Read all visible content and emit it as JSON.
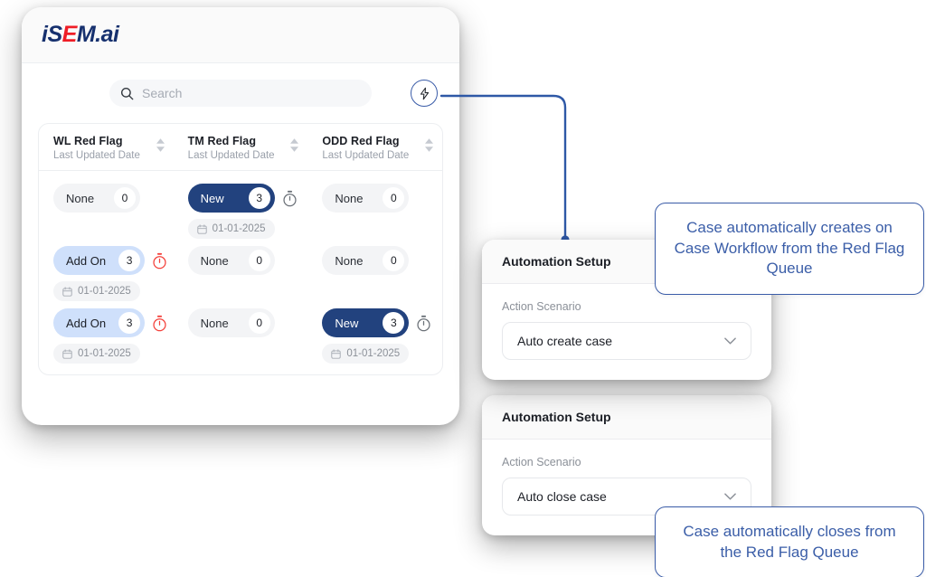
{
  "app": {
    "logo": {
      "part1": "iS",
      "part2": "E",
      "part3": "M.ai"
    },
    "search": {
      "placeholder": "Search",
      "value": ""
    },
    "bolt_icon": "lightning-bolt-icon"
  },
  "table": {
    "columns": [
      {
        "title": "WL Red Flag",
        "subtitle": "Last Updated Date"
      },
      {
        "title": "TM Red Flag",
        "subtitle": "Last Updated Date"
      },
      {
        "title": "ODD Red Flag",
        "subtitle": "Last Updated Date"
      }
    ],
    "rows": [
      {
        "cells": [
          {
            "label": "None",
            "count": "0",
            "style": "none",
            "timer": "none",
            "date": ""
          },
          {
            "label": "New",
            "count": "3",
            "style": "new",
            "timer": "gray",
            "date": "01-01-2025"
          },
          {
            "label": "None",
            "count": "0",
            "style": "none",
            "timer": "none",
            "date": ""
          }
        ]
      },
      {
        "cells": [
          {
            "label": "Add On",
            "count": "3",
            "style": "addon",
            "timer": "red",
            "date": "01-01-2025"
          },
          {
            "label": "None",
            "count": "0",
            "style": "none",
            "timer": "none",
            "date": ""
          },
          {
            "label": "None",
            "count": "0",
            "style": "none",
            "timer": "none",
            "date": ""
          }
        ]
      },
      {
        "cells": [
          {
            "label": "Add On",
            "count": "3",
            "style": "addon",
            "timer": "red",
            "date": "01-01-2025"
          },
          {
            "label": "None",
            "count": "0",
            "style": "none",
            "timer": "none",
            "date": ""
          },
          {
            "label": "New",
            "count": "3",
            "style": "new",
            "timer": "gray",
            "date": "01-01-2025"
          }
        ]
      }
    ]
  },
  "panels": [
    {
      "title": "Automation Setup",
      "field_label": "Action Scenario",
      "value": "Auto create case"
    },
    {
      "title": "Automation Setup",
      "field_label": "Action Scenario",
      "value": "Auto close case"
    }
  ],
  "callouts": [
    {
      "text": "Case automatically creates on Case Workflow from the Red Flag Queue"
    },
    {
      "text": "Case automatically closes from the Red Flag Queue"
    }
  ],
  "colors": {
    "brand_navy": "#16306e",
    "brand_red": "#ef1d26",
    "pill_new": "#22427e",
    "pill_addon": "#cfe0fb",
    "pill_none": "#f3f4f6",
    "accent_blue": "#3a5ca8",
    "timer_red": "#f4423c"
  }
}
